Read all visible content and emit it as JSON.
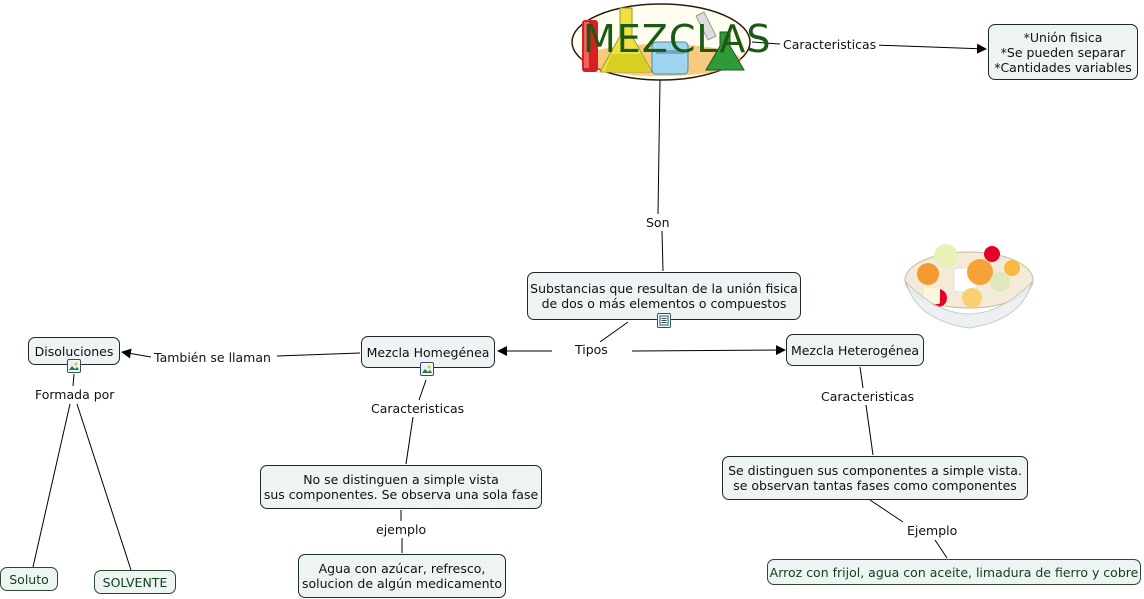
{
  "title": {
    "text": "MEZCLAS"
  },
  "root_features": {
    "link": "Caracteristicas",
    "items": [
      "*Unión fisica",
      "*Se pueden separar",
      "*Cantidades variables"
    ]
  },
  "definition": {
    "link": "Son",
    "text_line1": "Substancias que resultan de la unión fisica",
    "text_line2": "de dos  o más elementos o compuestos"
  },
  "types_link": "Tipos",
  "homogeneous": {
    "name": "Mezcla Homegénea",
    "also_called_link": "También se  llaman",
    "features_link": "Caracteristicas",
    "features_line1": "No se distinguen a simple vista",
    "features_line2": "sus componentes. Se observa una sola fase",
    "example_link": "ejemplo",
    "example_line1": "Agua con azúcar, refresco,",
    "example_line2": "solucion de algún medicamento"
  },
  "dissolutions": {
    "name": "Disoluciones",
    "formed_by_link": "Formada por",
    "parts": [
      "Soluto",
      "SOLVENTE"
    ]
  },
  "heterogeneous": {
    "name": "Mezcla Heterogénea",
    "features_link": "Caracteristicas",
    "features_line1": "Se distinguen  sus componentes a simple vista.",
    "features_line2": "se observan tantas fases como componentes",
    "example_link": "Ejemplo",
    "example_text": "Arroz con frijol, agua con aceite, limadura de fierro y cobre"
  },
  "colors": {
    "node_bg": "#eef3f4",
    "node_border": "#1e2a2a",
    "dark_green_text": "#12421a"
  },
  "icons": {
    "image_resource": "image-icon",
    "document_resource": "document-icon"
  }
}
